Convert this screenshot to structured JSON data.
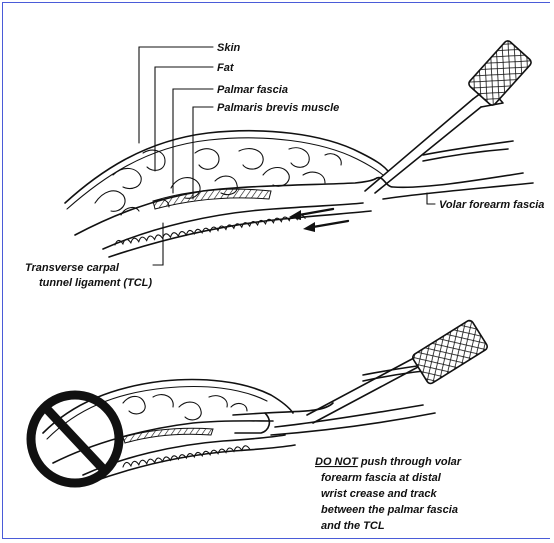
{
  "figure_top": {
    "labels": {
      "skin": "Skin",
      "fat": "Fat",
      "palmar_fascia": "Palmar fascia",
      "palmaris_brevis": "Palmaris brevis muscle",
      "volar_forearm_fascia": "Volar forearm fascia",
      "tcl_line1": "Transverse carpal",
      "tcl_line2": "tunnel ligament (TCL)"
    }
  },
  "figure_bottom": {
    "warning": {
      "emphasis": "DO NOT",
      "line1_rest": " push through volar",
      "line2": "forearm fascia at distal",
      "line3": "wrist crease and track",
      "line4": "between the palmar fascia",
      "line5": "and the TCL"
    },
    "prohibition_symbol": "no-entry"
  },
  "colors": {
    "border": "#4a5bd8",
    "ink": "#111111",
    "background": "#ffffff"
  }
}
